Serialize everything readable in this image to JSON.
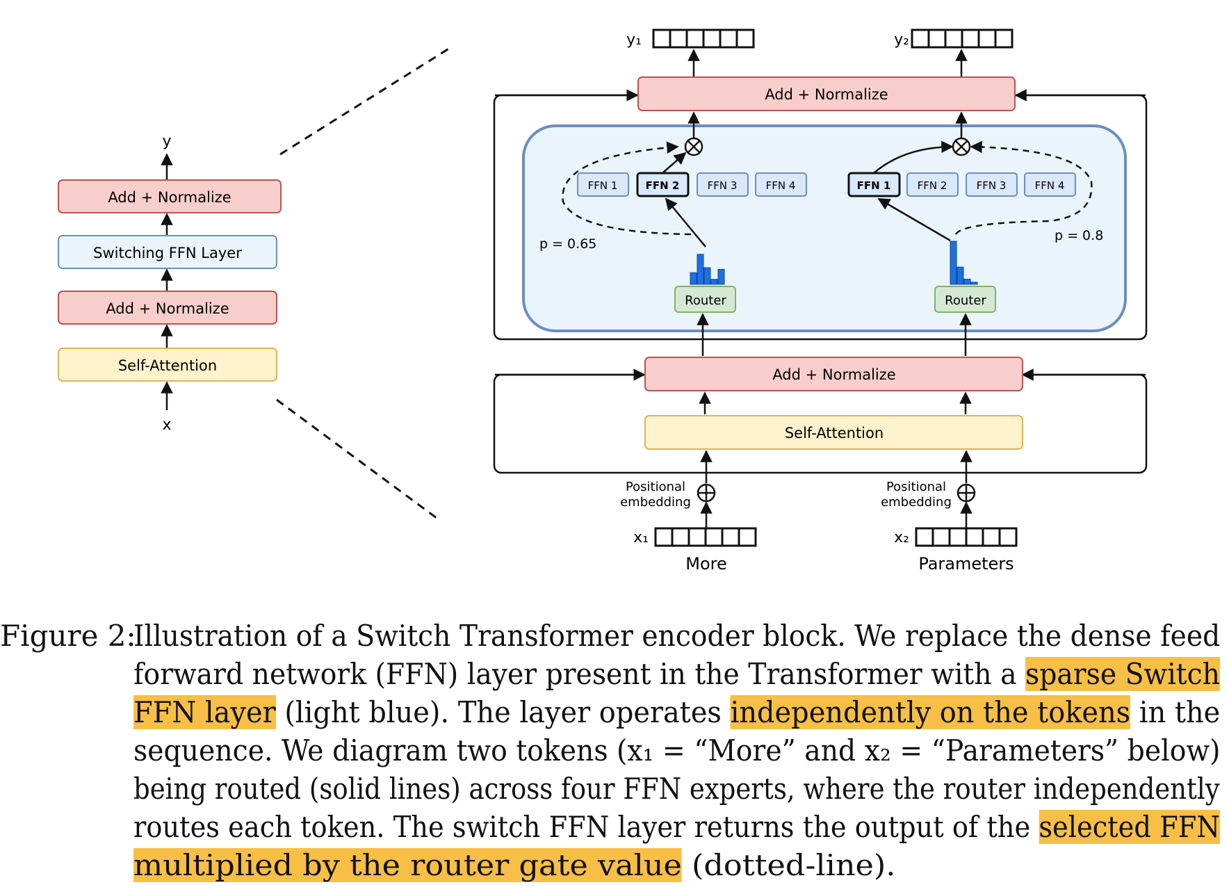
{
  "left": {
    "y_label": "y",
    "x_label": "x",
    "add_norm_top": "Add + Normalize",
    "switch_layer": "Switching FFN Layer",
    "add_norm_bottom": "Add + Normalize",
    "self_attention": "Self-Attention"
  },
  "right": {
    "y1": "y₁",
    "y2": "y₂",
    "add_norm_top": "Add + Normalize",
    "add_norm_mid": "Add + Normalize",
    "self_attention": "Self-Attention",
    "token1": {
      "experts": [
        "FFN 1",
        "FFN 2",
        "FFN 3",
        "FFN 4"
      ],
      "selected": "FFN 2",
      "prob": "p = 0.65",
      "router": "Router",
      "pos_emb_1": "Positional",
      "pos_emb_2": "embedding",
      "x_label": "x₁",
      "word": "More",
      "router_hist": [
        0.35,
        0.9,
        0.5,
        0.15,
        0.45
      ]
    },
    "token2": {
      "experts": [
        "FFN 1",
        "FFN 2",
        "FFN 3",
        "FFN 4"
      ],
      "selected": "FFN 1",
      "prob": "p = 0.8",
      "router": "Router",
      "pos_emb_1": "Positional",
      "pos_emb_2": "embedding",
      "x_label": "x₂",
      "word": "Parameters",
      "router_hist": [
        1.0,
        0.4,
        0.12,
        0.05
      ]
    }
  },
  "colors": {
    "red_fill": "#f8cecc",
    "red_stroke": "#b85450",
    "blue_fill": "#dae8fc",
    "blue_stroke": "#6c8ebf",
    "light_blue_fill": "#eaf4fb",
    "yellow_fill": "#fff2cc",
    "yellow_stroke": "#d6b656",
    "green_fill": "#d5e8d4",
    "green_stroke": "#82b366",
    "bar": "#1f6fde",
    "highlight": "#f7bf45"
  },
  "caption": {
    "label": "Figure 2:",
    "lines": [
      [
        {
          "t": "Illustration of a Switch Transformer encoder block.  We replace the dense feed"
        }
      ],
      [
        {
          "t": "forward network (FFN) layer present in the Transformer with a "
        },
        {
          "t": "sparse Switch",
          "hl": true
        }
      ],
      [
        {
          "t": "FFN layer",
          "hl": true
        },
        {
          "t": " (light blue).  The layer operates "
        },
        {
          "t": "independently on the tokens",
          "hl": true
        },
        {
          "t": " in the"
        }
      ],
      [
        {
          "t": "sequence.  We diagram two tokens (x₁ = “More” and x₂ = “Parameters” below)"
        }
      ],
      [
        {
          "t": "being routed (solid lines) across four FFN experts, where the router independently"
        }
      ],
      [
        {
          "t": "routes each token.  The switch FFN layer returns the output of the "
        },
        {
          "t": "selected FFN",
          "hl": true
        }
      ],
      [
        {
          "t": "multiplied by the router gate value",
          "hl": true
        },
        {
          "t": " (dotted-line)."
        }
      ]
    ]
  }
}
